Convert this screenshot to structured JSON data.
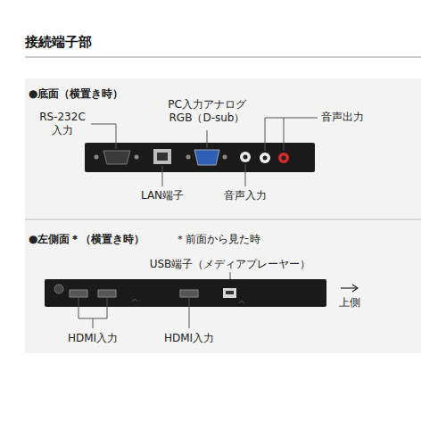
{
  "diagram": {
    "title": "接続端子部",
    "labels": [
      "●底面（横置き時）",
      "RS-232C 入力",
      "PC入力アナログ RGB（D-sub）",
      "音声出力",
      "LAN端子",
      "音声入力",
      "●左側面＊（横置き時）",
      "＊前面から見た時",
      "USB端子（メディアプレーヤー）",
      "HDMI入力",
      "HDMI入力",
      "上側"
    ]
  }
}
